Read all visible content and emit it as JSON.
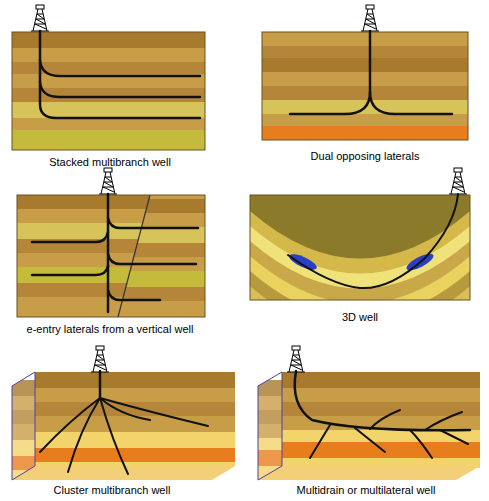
{
  "diagram": {
    "labels": [
      "Stacked multibranch well",
      "Dual opposing laterals",
      "e-entry laterals from a vertical well",
      "3D well",
      "Cluster multibranch well",
      "Multidrain or multilateral well"
    ]
  }
}
